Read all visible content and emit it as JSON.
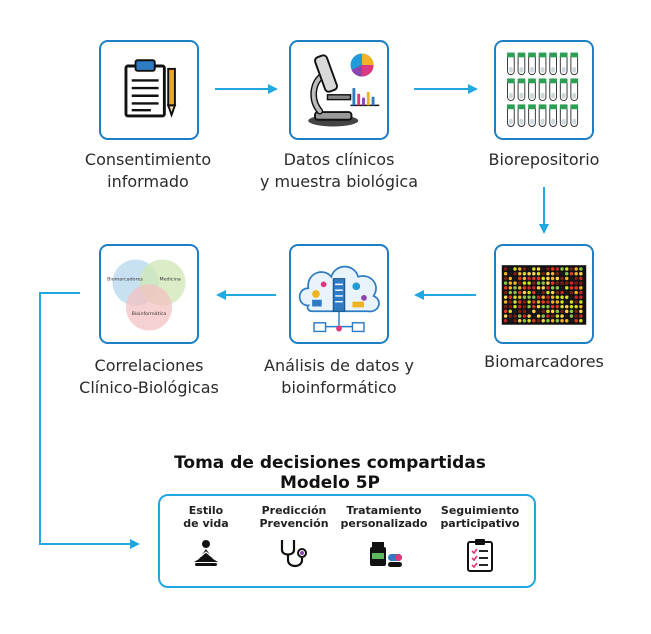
{
  "steps": [
    {
      "lines": [
        "Consentimiento",
        "informado"
      ],
      "icon": "clipboard-pencil-icon"
    },
    {
      "lines": [
        "Datos clínicos",
        "y muestra biológica"
      ],
      "icon": "microscope-chart-icon"
    },
    {
      "lines": [
        "Biorepositorio"
      ],
      "icon": "test-tubes-rack-icon"
    },
    {
      "lines": [
        "Biomarcadores"
      ],
      "icon": "microarray-icon"
    },
    {
      "lines": [
        "Análisis de datos y",
        "bioinformático"
      ],
      "icon": "data-cloud-icon"
    },
    {
      "lines": [
        "Correlaciones",
        "Clínico-Biológicas"
      ],
      "icon": "venn-diagram-icon"
    }
  ],
  "venn": {
    "a": "Biomarcadores",
    "b": "Medicina",
    "c": "Bioinformática"
  },
  "decisions": {
    "title_line1": "Toma de decisiones compartidas",
    "title_line2": "Modelo 5P",
    "items": [
      {
        "lines": [
          "Estilo",
          "de vida"
        ],
        "icon": "meditation-icon"
      },
      {
        "lines": [
          "Predicción",
          "Prevención"
        ],
        "icon": "stethoscope-icon"
      },
      {
        "lines": [
          "Tratamiento",
          "personalizado"
        ],
        "icon": "medication-icon"
      },
      {
        "lines": [
          "Seguimiento",
          "participativo"
        ],
        "icon": "checklist-icon"
      }
    ]
  },
  "colors": {
    "accent": "#1f7fc4",
    "arrow": "#22a8e0"
  }
}
